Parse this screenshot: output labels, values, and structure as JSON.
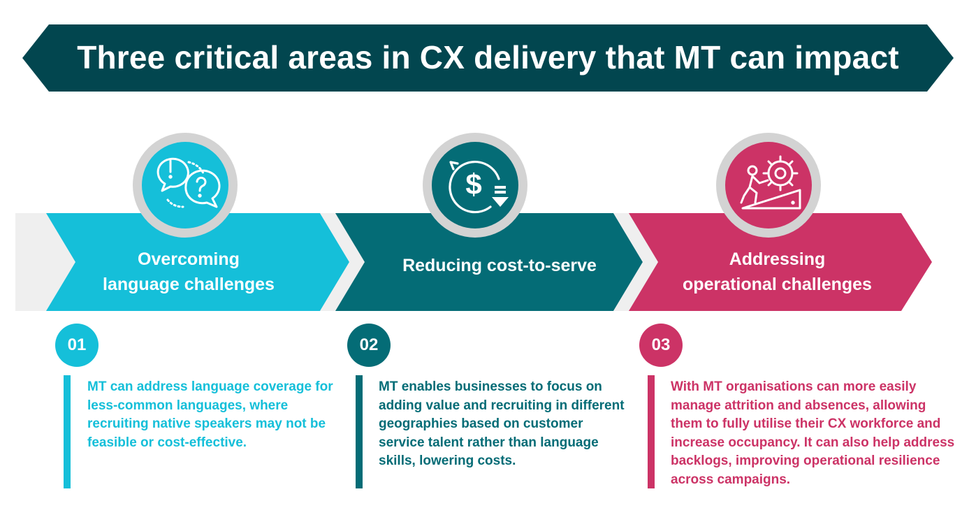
{
  "title": "Three critical areas in CX delivery that MT can impact",
  "colors": {
    "banner": "#02464f",
    "cyan": "#15bfd9",
    "teal": "#046c76",
    "pink": "#cc3366",
    "grey": "#efefef"
  },
  "areas": [
    {
      "label": "Overcoming\nlanguage challenges",
      "number": "01",
      "icon": "speech-bubbles-question-icon",
      "description": "MT can address language coverage for less-common languages, where recruiting native speakers may not be feasible or cost-effective."
    },
    {
      "label": "Reducing cost-to-serve",
      "number": "02",
      "icon": "dollar-cost-down-icon",
      "description": "MT enables businesses to focus on adding value and recruiting in different geographies based on customer service talent rather than language skills, lowering costs."
    },
    {
      "label": "Addressing\noperational challenges",
      "number": "03",
      "icon": "person-pushing-gear-icon",
      "description": "With MT organisations can more easily manage attrition and absences, allowing them to fully utilise their CX workforce and increase occupancy. It can also help address backlogs, improving operational resilience across campaigns."
    }
  ]
}
